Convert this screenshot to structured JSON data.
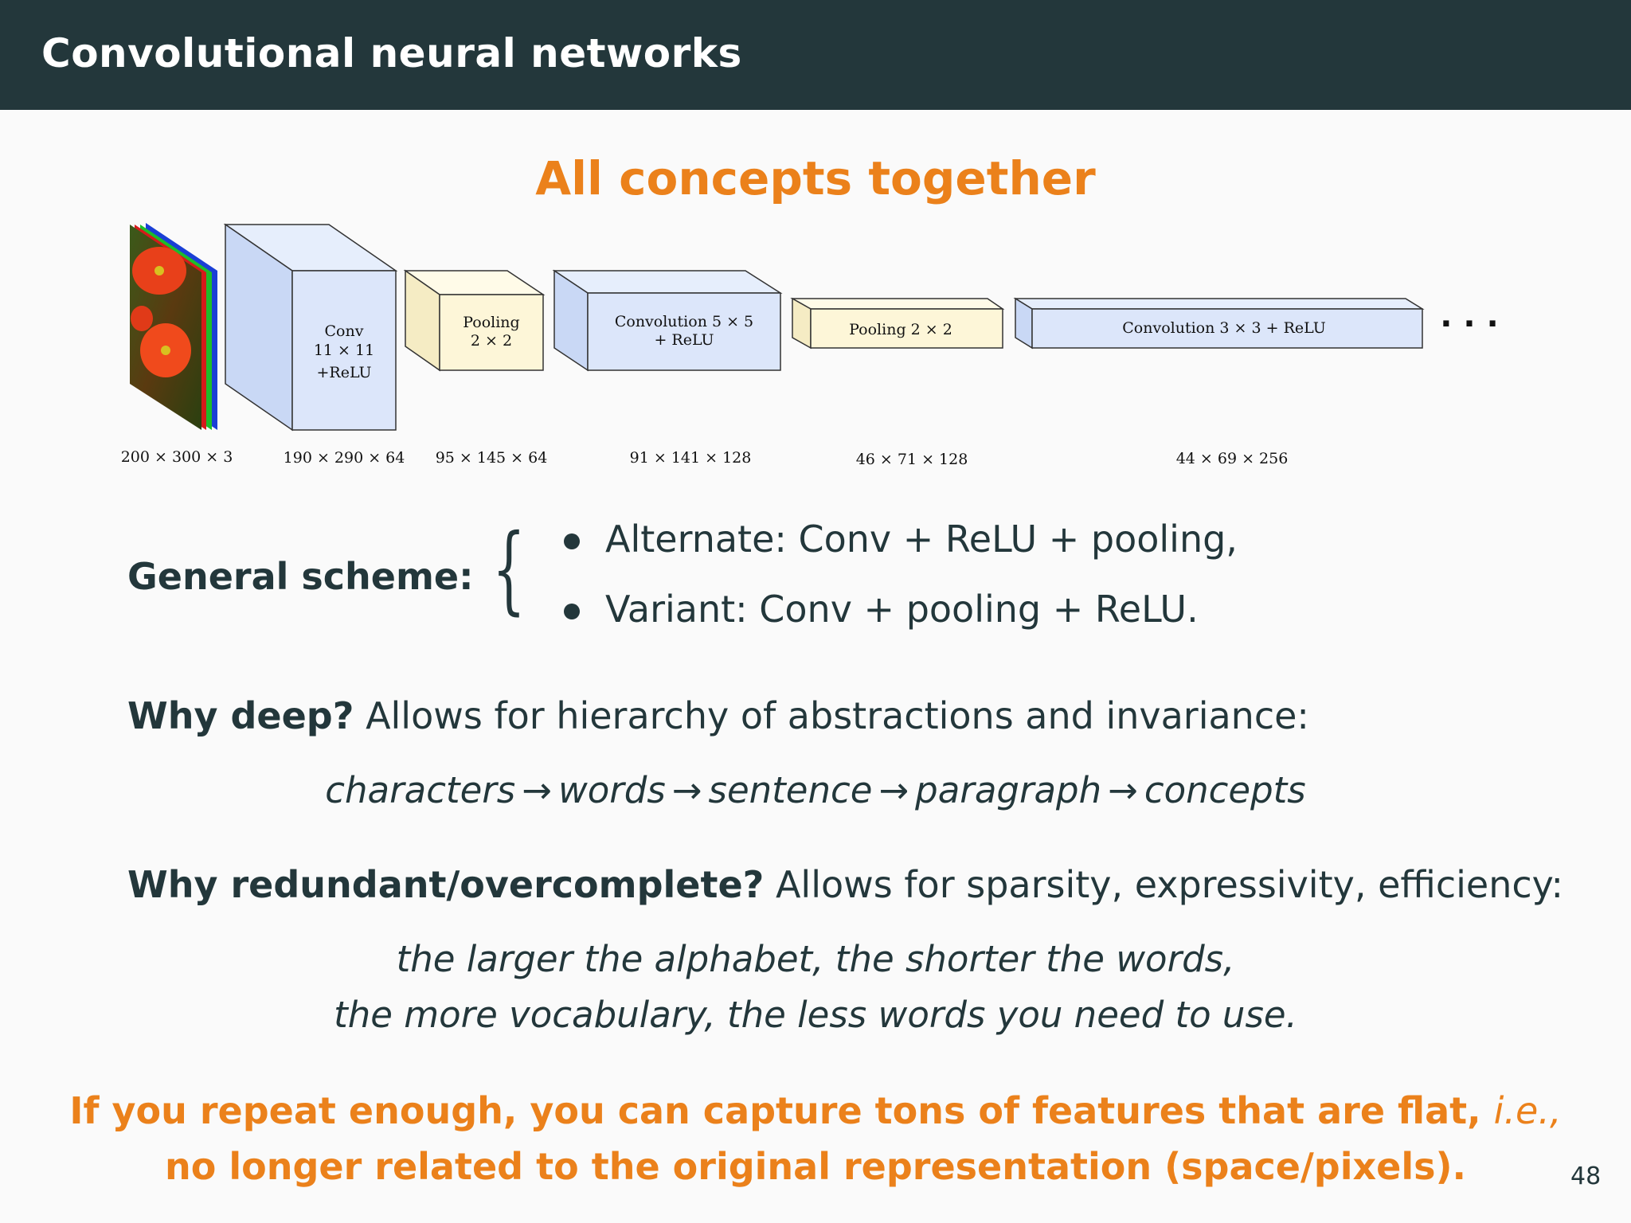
{
  "header": {
    "title": "Convolutional neural networks"
  },
  "subtitle": "All concepts together",
  "diagram": {
    "layers": [
      {
        "name": "input-image",
        "label_lines": [],
        "dims": "200 × 300 × 3"
      },
      {
        "name": "conv1",
        "label_lines": [
          "Conv",
          "11 × 11",
          "+ReLU"
        ],
        "dims": "190 × 290 × 64"
      },
      {
        "name": "pool1",
        "label_lines": [
          "Pooling",
          "2 × 2"
        ],
        "dims": "95 × 145 × 64"
      },
      {
        "name": "conv2",
        "label_lines": [
          "Convolution 5 × 5",
          "+ ReLU"
        ],
        "dims": "91 × 141 × 128"
      },
      {
        "name": "pool2",
        "label_lines": [
          "Pooling 2 × 2"
        ],
        "dims": "46 × 71 × 128"
      },
      {
        "name": "conv3",
        "label_lines": [
          "Convolution 3 × 3 + ReLU"
        ],
        "dims": "44 × 69 × 256"
      }
    ],
    "ellipsis": "· · ·",
    "colors": {
      "conv": "#dce6fa",
      "pool": "#fdf6d8",
      "edge": "#333333"
    }
  },
  "scheme": {
    "label": "General scheme:",
    "brace": "{",
    "items": [
      "Alternate:  Conv + ReLU + pooling,",
      "Variant:  Conv + pooling + ReLU."
    ]
  },
  "why_deep": {
    "label": "Why deep?",
    "text": "Allows for hierarchy of abstractions and invariance:",
    "chain": [
      "characters",
      "words",
      "sentence",
      "paragraph",
      "concepts"
    ],
    "arrow": "→"
  },
  "why_redundant": {
    "label": "Why redundant/overcomplete?",
    "text": "Allows for sparsity, expressivity, efficiency:",
    "line1": "the larger the alphabet, the shorter the words,",
    "line2": "the more vocabulary, the less words you need to use."
  },
  "conclusion": {
    "line1_main": "If you repeat enough, you can capture tons of features that are flat,",
    "line1_ie": "i.e.,",
    "line2": "no longer related to the original representation (space/pixels)."
  },
  "page_number": "48"
}
